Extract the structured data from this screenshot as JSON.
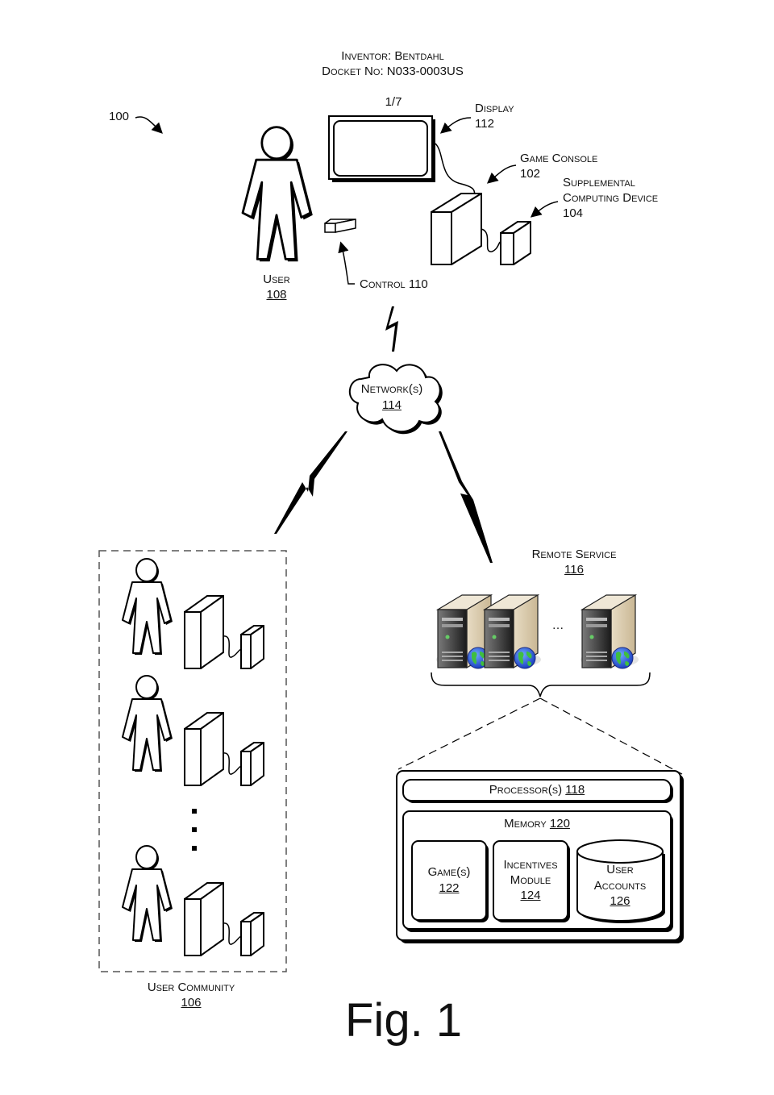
{
  "header": {
    "inventor": "Inventor: Bentdahl",
    "docket": "Docket No: N033-0003US",
    "sheet": "1/7"
  },
  "system_ref": "100",
  "user": {
    "label": "User",
    "ref": "108"
  },
  "control": {
    "label": "Control 110"
  },
  "display": {
    "label": "Display",
    "ref": "112"
  },
  "game_console": {
    "label": "Game Console",
    "ref": "102"
  },
  "supplemental": {
    "label_line1": "Supplemental",
    "label_line2": "Computing Device",
    "ref": "104"
  },
  "network": {
    "label": "Network(s)",
    "ref": "114"
  },
  "remote_service": {
    "label": "Remote Service",
    "ref": "116",
    "ellipsis": "…",
    "processor": {
      "label": "Processor(s)",
      "ref": "118"
    },
    "memory": {
      "label": "Memory",
      "ref": "120"
    },
    "games": {
      "label": "Game(s)",
      "ref": "122"
    },
    "incentives": {
      "label_line1": "Incentives",
      "label_line2": "Module",
      "ref": "124"
    },
    "accounts": {
      "label_line1": "User",
      "label_line2": "Accounts",
      "ref": "126"
    }
  },
  "user_community": {
    "label": "User Community",
    "ref": "106"
  },
  "figure_caption": "Fig. 1"
}
